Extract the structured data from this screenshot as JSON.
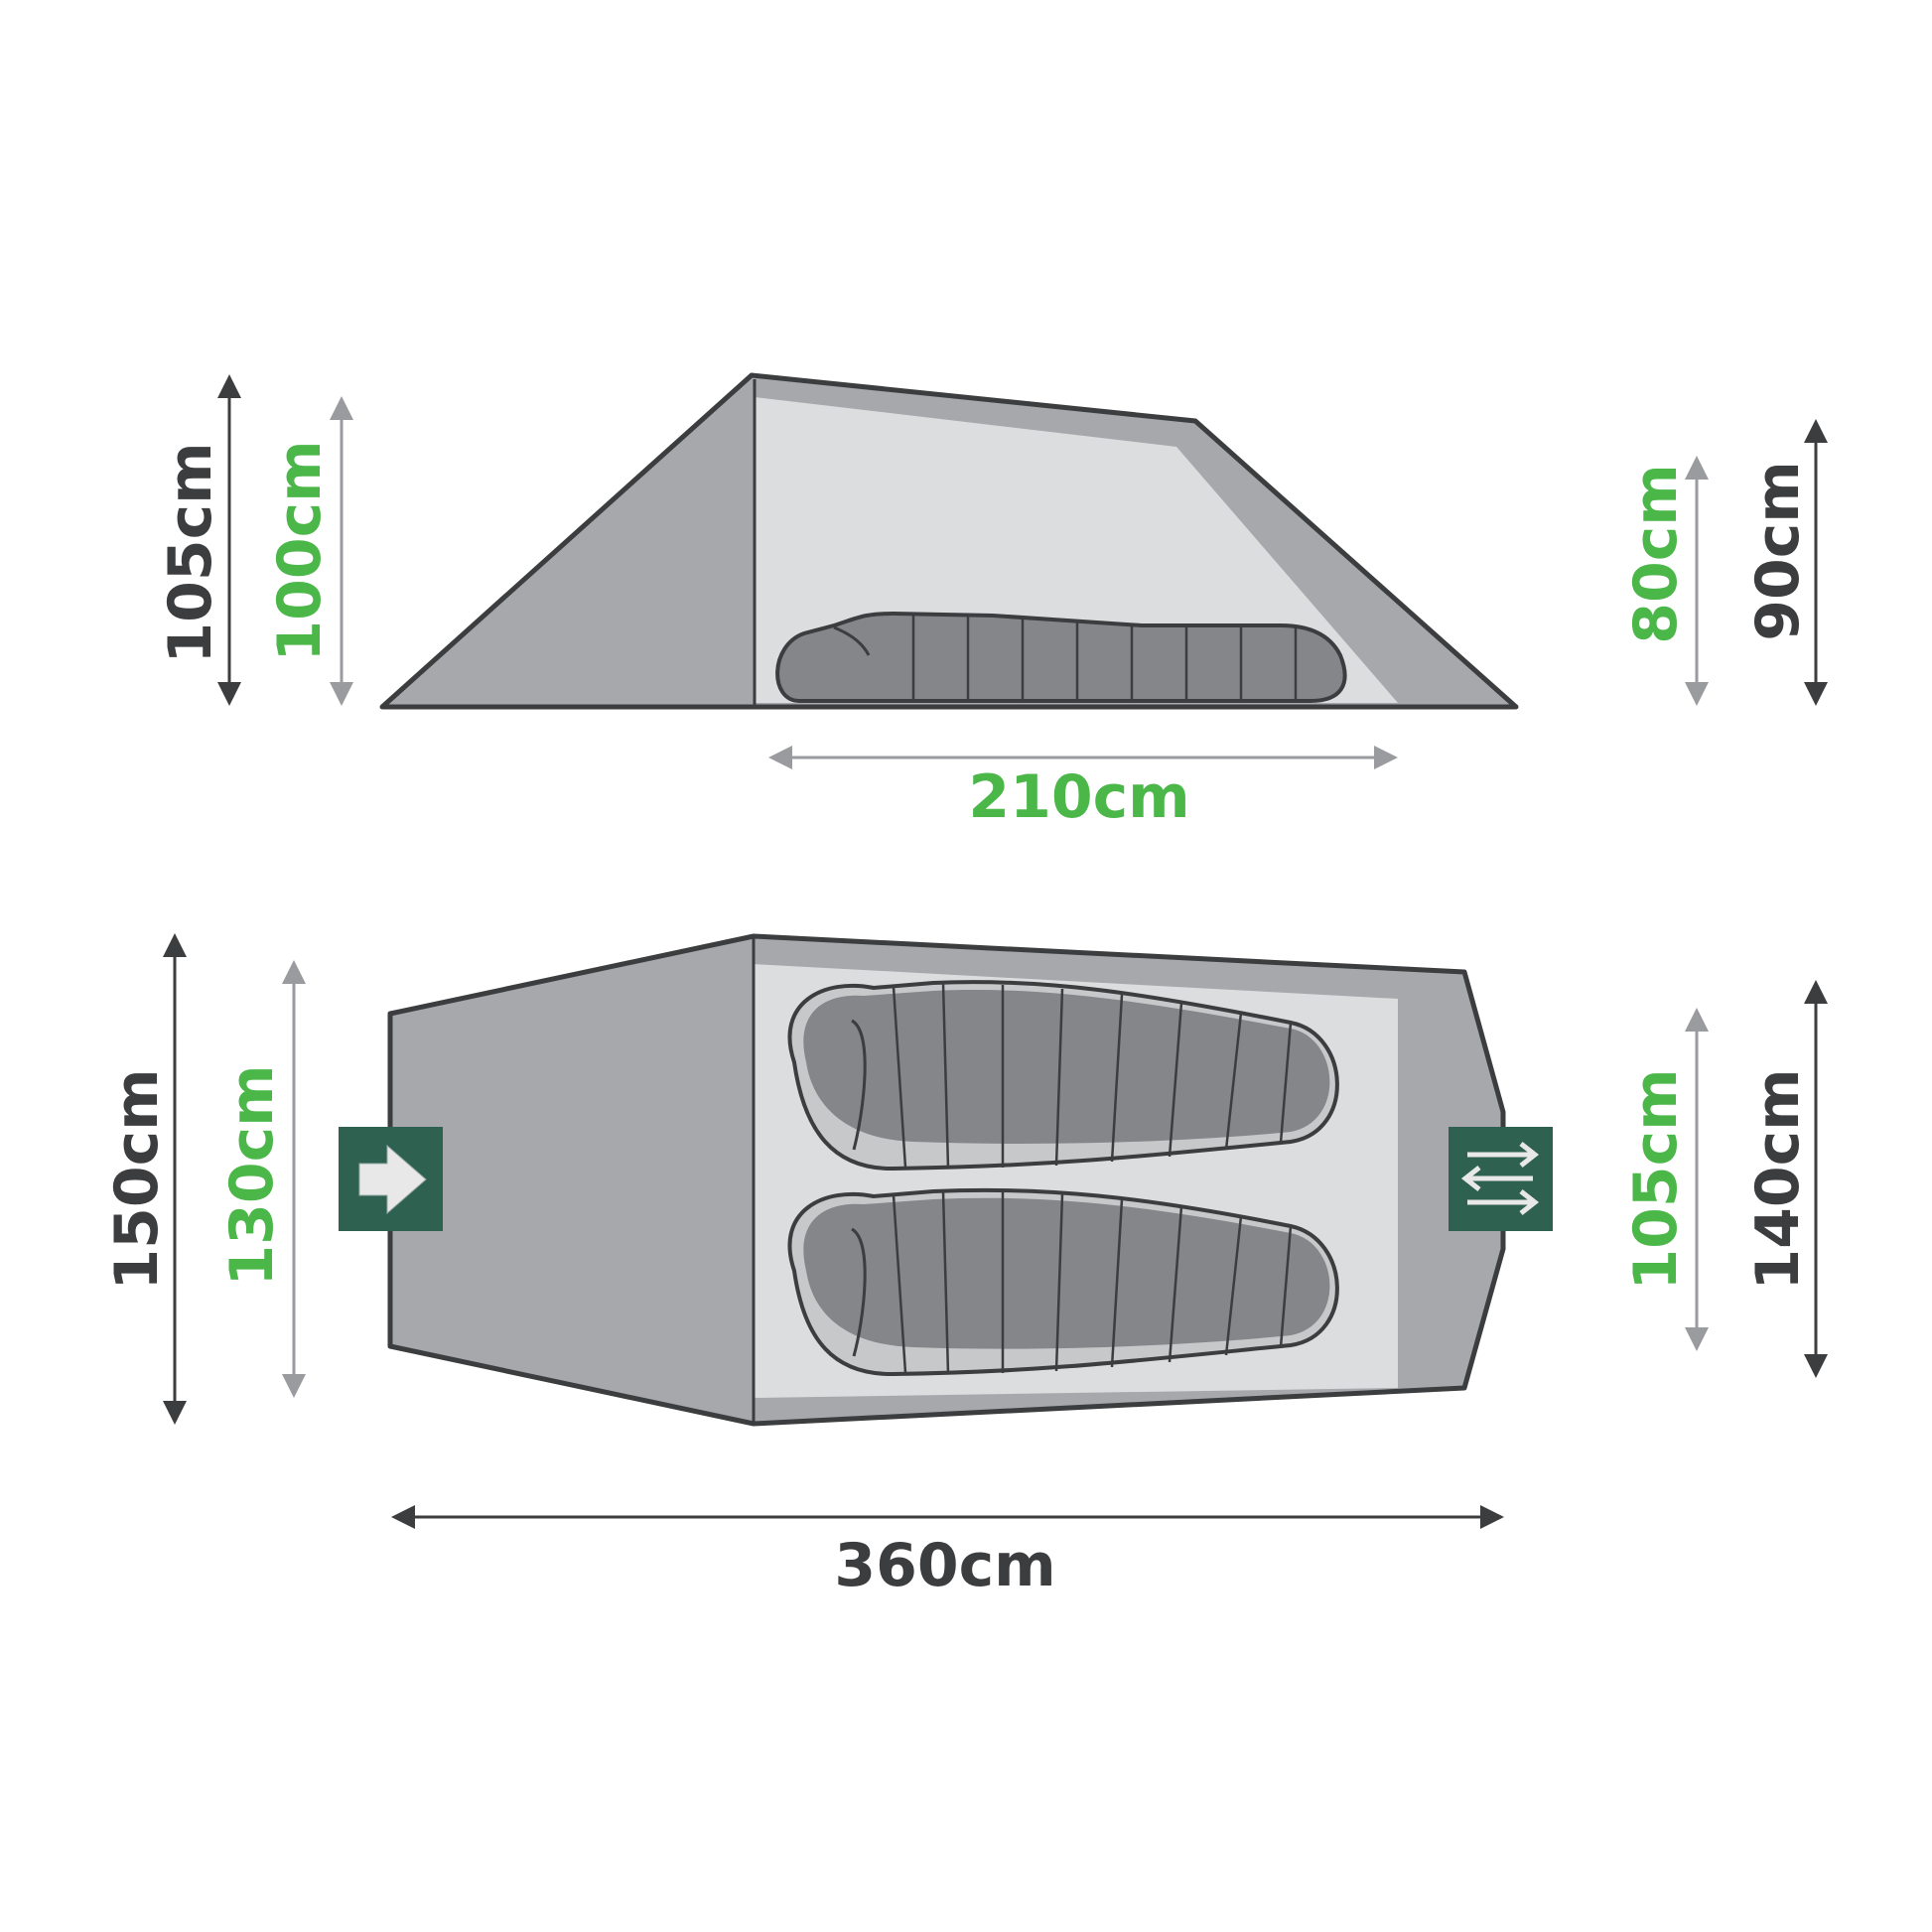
{
  "side_view": {
    "height_outer_left": "105cm",
    "height_inner_left": "100cm",
    "height_inner_right": "80cm",
    "height_outer_right": "90cm",
    "inner_length": "210cm"
  },
  "floor_plan": {
    "width_outer_left": "150cm",
    "width_inner_left": "130cm",
    "width_inner_right": "105cm",
    "width_outer_right": "140cm",
    "total_length": "360cm"
  },
  "icons": {
    "entry": "arrow-right-icon",
    "ventilation": "two-way-arrows-icon"
  },
  "colors": {
    "dark_text": "#3c3d3f",
    "green_text": "#4bb749",
    "badge": "#2f6150",
    "fly": "#a6a8ab",
    "inner": "#dcdddf",
    "sleeping_bag": "#858689"
  }
}
